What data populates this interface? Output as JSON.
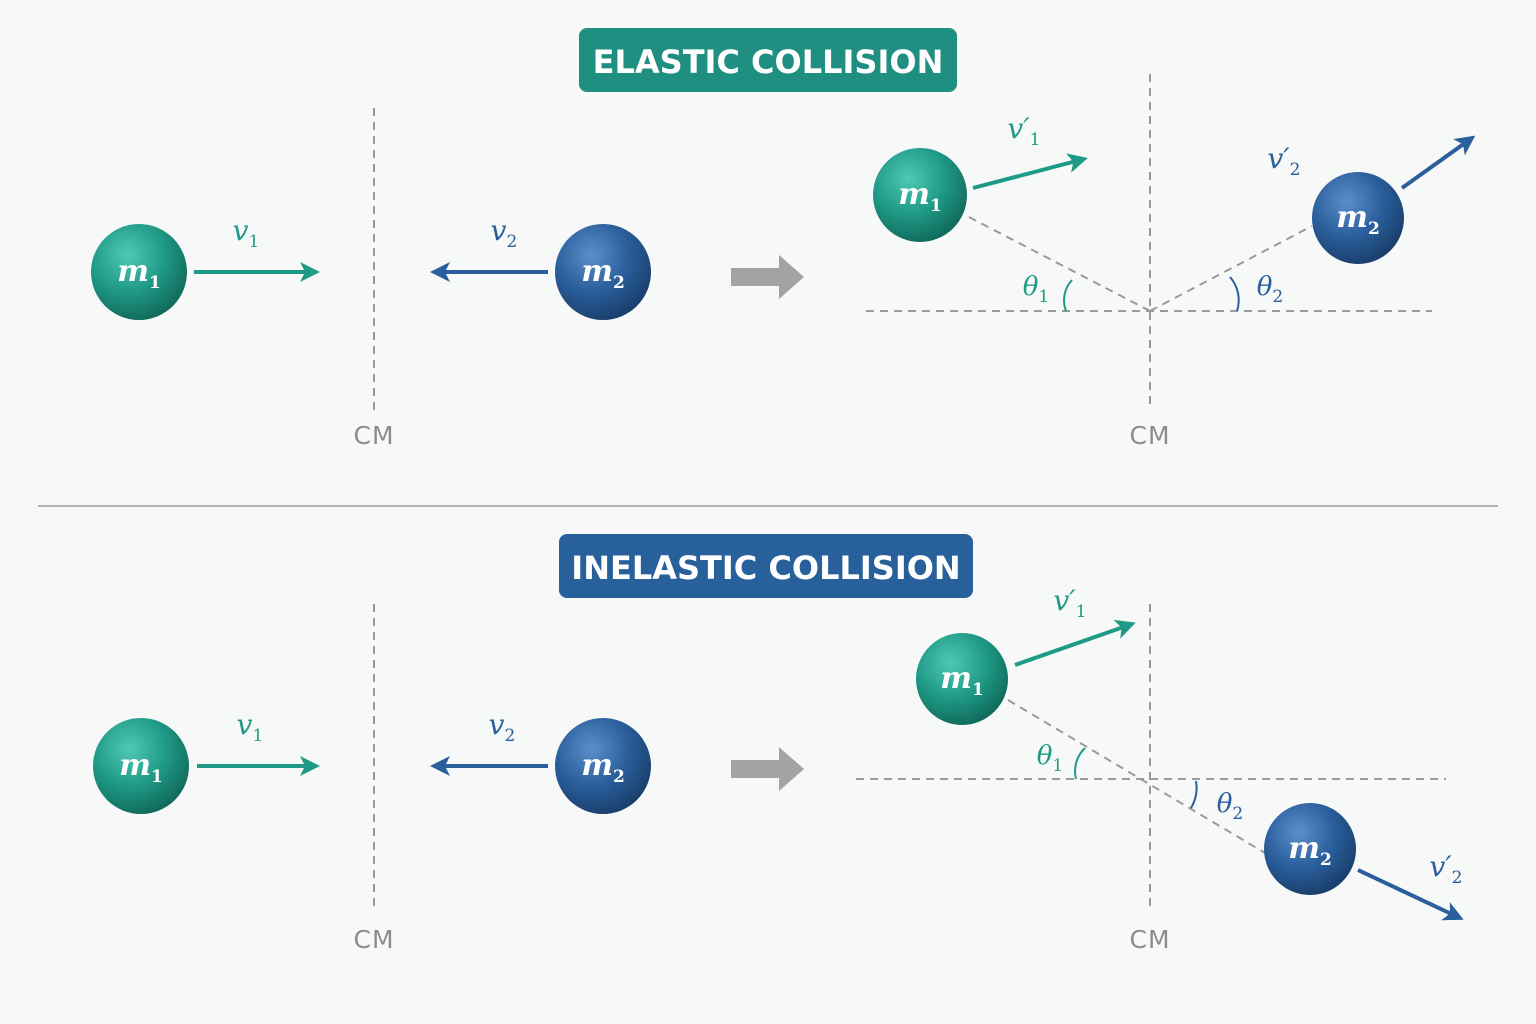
{
  "elastic": {
    "title": "ELASTIC COLLISION",
    "badge_color": "#1e8f80",
    "before": {
      "m1": "m",
      "m1_sub": "1",
      "m2": "m",
      "m2_sub": "2",
      "v1": "v",
      "v1_sub": "1",
      "v2": "v",
      "v2_sub": "2",
      "cm": "CM"
    },
    "after": {
      "m1": "m",
      "m1_sub": "1",
      "m2": "m",
      "m2_sub": "2",
      "v1p": "v′",
      "v1p_sub": "1",
      "v2p": "v′",
      "v2p_sub": "2",
      "theta1": "θ",
      "theta1_sub": "1",
      "theta2": "θ",
      "theta2_sub": "2",
      "cm": "CM"
    }
  },
  "inelastic": {
    "title": "INELASTIC COLLISION",
    "badge_color": "#27609a",
    "before": {
      "m1": "m",
      "m1_sub": "1",
      "m2": "m",
      "m2_sub": "2",
      "v1": "v",
      "v1_sub": "1",
      "v2": "v",
      "v2_sub": "2",
      "cm": "CM"
    },
    "after": {
      "m1": "m",
      "m1_sub": "1",
      "m2": "m",
      "m2_sub": "2",
      "v1p": "v′",
      "v1p_sub": "1",
      "v2p": "v′",
      "v2p_sub": "2",
      "theta1": "θ",
      "theta1_sub": "1",
      "theta2": "θ",
      "theta2_sub": "2",
      "cm": "CM"
    }
  },
  "colors": {
    "teal": "#1f9a86",
    "blue": "#2a5f9c",
    "gray": "#9a9a9a",
    "divider": "#b5b5b5"
  }
}
